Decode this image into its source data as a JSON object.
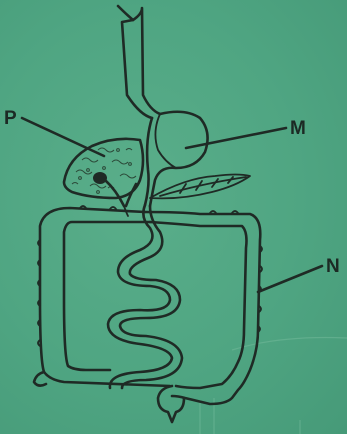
{
  "diagram": {
    "labels": {
      "p": "P",
      "m": "M",
      "n": "N"
    },
    "colors": {
      "background": "#4fa582",
      "ink": "#1f2a25",
      "liver_fill": "#5e9a73",
      "texture": "#2c4a39"
    }
  }
}
